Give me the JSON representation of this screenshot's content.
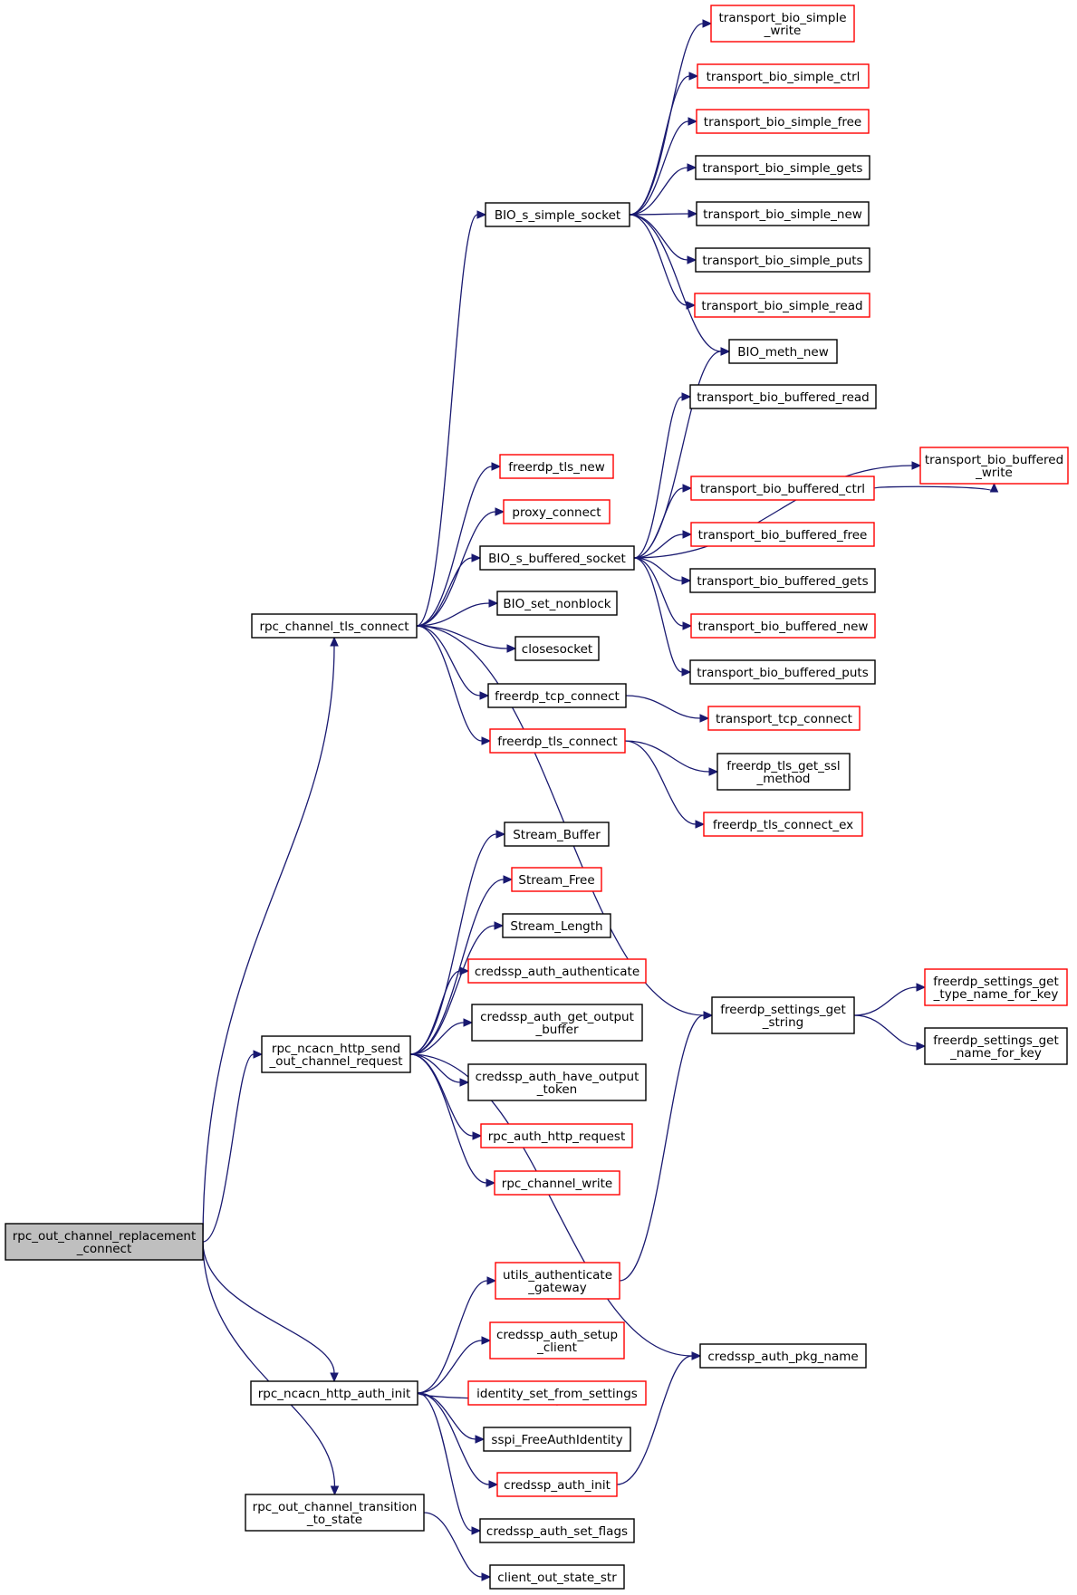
{
  "colors": {
    "node_border": "#000000",
    "node_border_highlight": "#ff0000",
    "root_fill": "#bfbfbf",
    "node_fill": "#ffffff",
    "edge": "#191970"
  },
  "nodes": {
    "rpc_out_channel_replacement_connect": {
      "lines": [
        "rpc_out_channel_replacement",
        "_connect"
      ],
      "style": "root"
    },
    "rpc_channel_tls_connect": {
      "lines": [
        "rpc_channel_tls_connect"
      ],
      "style": "black"
    },
    "rpc_ncacn_http_send_out_channel_request": {
      "lines": [
        "rpc_ncacn_http_send",
        "_out_channel_request"
      ],
      "style": "black"
    },
    "rpc_ncacn_http_auth_init": {
      "lines": [
        "rpc_ncacn_http_auth_init"
      ],
      "style": "black"
    },
    "rpc_out_channel_transition_to_state": {
      "lines": [
        "rpc_out_channel_transition",
        "_to_state"
      ],
      "style": "black"
    },
    "BIO_s_simple_socket": {
      "lines": [
        "BIO_s_simple_socket"
      ],
      "style": "black"
    },
    "freerdp_tls_new": {
      "lines": [
        "freerdp_tls_new"
      ],
      "style": "red"
    },
    "proxy_connect": {
      "lines": [
        "proxy_connect"
      ],
      "style": "red"
    },
    "BIO_s_buffered_socket": {
      "lines": [
        "BIO_s_buffered_socket"
      ],
      "style": "black"
    },
    "BIO_set_nonblock": {
      "lines": [
        "BIO_set_nonblock"
      ],
      "style": "black"
    },
    "closesocket": {
      "lines": [
        "closesocket"
      ],
      "style": "black"
    },
    "freerdp_tcp_connect": {
      "lines": [
        "freerdp_tcp_connect"
      ],
      "style": "black"
    },
    "freerdp_tls_connect": {
      "lines": [
        "freerdp_tls_connect"
      ],
      "style": "red"
    },
    "transport_bio_simple_write": {
      "lines": [
        "transport_bio_simple",
        "_write"
      ],
      "style": "red"
    },
    "transport_bio_simple_ctrl": {
      "lines": [
        "transport_bio_simple_ctrl"
      ],
      "style": "red"
    },
    "transport_bio_simple_free": {
      "lines": [
        "transport_bio_simple_free"
      ],
      "style": "red"
    },
    "transport_bio_simple_gets": {
      "lines": [
        "transport_bio_simple_gets"
      ],
      "style": "black"
    },
    "transport_bio_simple_new": {
      "lines": [
        "transport_bio_simple_new"
      ],
      "style": "black"
    },
    "transport_bio_simple_puts": {
      "lines": [
        "transport_bio_simple_puts"
      ],
      "style": "black"
    },
    "transport_bio_simple_read": {
      "lines": [
        "transport_bio_simple_read"
      ],
      "style": "red"
    },
    "BIO_meth_new": {
      "lines": [
        "BIO_meth_new"
      ],
      "style": "black"
    },
    "transport_bio_buffered_read": {
      "lines": [
        "transport_bio_buffered_read"
      ],
      "style": "black"
    },
    "transport_bio_buffered_ctrl": {
      "lines": [
        "transport_bio_buffered_ctrl"
      ],
      "style": "red"
    },
    "transport_bio_buffered_free": {
      "lines": [
        "transport_bio_buffered_free"
      ],
      "style": "red"
    },
    "transport_bio_buffered_gets": {
      "lines": [
        "transport_bio_buffered_gets"
      ],
      "style": "black"
    },
    "transport_bio_buffered_new": {
      "lines": [
        "transport_bio_buffered_new"
      ],
      "style": "red"
    },
    "transport_bio_buffered_puts": {
      "lines": [
        "transport_bio_buffered_puts"
      ],
      "style": "black"
    },
    "transport_bio_buffered_write": {
      "lines": [
        "transport_bio_buffered",
        "_write"
      ],
      "style": "red"
    },
    "transport_tcp_connect": {
      "lines": [
        "transport_tcp_connect"
      ],
      "style": "red"
    },
    "freerdp_tls_get_ssl_method": {
      "lines": [
        "freerdp_tls_get_ssl",
        "_method"
      ],
      "style": "black"
    },
    "freerdp_tls_connect_ex": {
      "lines": [
        "freerdp_tls_connect_ex"
      ],
      "style": "red"
    },
    "freerdp_settings_get_string": {
      "lines": [
        "freerdp_settings_get",
        "_string"
      ],
      "style": "black"
    },
    "freerdp_settings_get_type_name_for_key": {
      "lines": [
        "freerdp_settings_get",
        "_type_name_for_key"
      ],
      "style": "red"
    },
    "freerdp_settings_get_name_for_key": {
      "lines": [
        "freerdp_settings_get",
        "_name_for_key"
      ],
      "style": "black"
    },
    "Stream_Buffer": {
      "lines": [
        "Stream_Buffer"
      ],
      "style": "black"
    },
    "Stream_Free": {
      "lines": [
        "Stream_Free"
      ],
      "style": "red"
    },
    "Stream_Length": {
      "lines": [
        "Stream_Length"
      ],
      "style": "black"
    },
    "credssp_auth_authenticate": {
      "lines": [
        "credssp_auth_authenticate"
      ],
      "style": "red"
    },
    "credssp_auth_get_output_buffer": {
      "lines": [
        "credssp_auth_get_output",
        "_buffer"
      ],
      "style": "black"
    },
    "credssp_auth_have_output_token": {
      "lines": [
        "credssp_auth_have_output",
        "_token"
      ],
      "style": "black"
    },
    "rpc_auth_http_request": {
      "lines": [
        "rpc_auth_http_request"
      ],
      "style": "red"
    },
    "rpc_channel_write": {
      "lines": [
        "rpc_channel_write"
      ],
      "style": "red"
    },
    "credssp_auth_pkg_name": {
      "lines": [
        "credssp_auth_pkg_name"
      ],
      "style": "black"
    },
    "utils_authenticate_gateway": {
      "lines": [
        "utils_authenticate",
        "_gateway"
      ],
      "style": "red"
    },
    "credssp_auth_setup_client": {
      "lines": [
        "credssp_auth_setup",
        "_client"
      ],
      "style": "red"
    },
    "identity_set_from_settings": {
      "lines": [
        "identity_set_from_settings"
      ],
      "style": "red"
    },
    "sspi_FreeAuthIdentity": {
      "lines": [
        "sspi_FreeAuthIdentity"
      ],
      "style": "black"
    },
    "credssp_auth_init": {
      "lines": [
        "credssp_auth_init"
      ],
      "style": "red"
    },
    "credssp_auth_set_flags": {
      "lines": [
        "credssp_auth_set_flags"
      ],
      "style": "black"
    },
    "client_out_state_str": {
      "lines": [
        "client_out_state_str"
      ],
      "style": "black"
    }
  },
  "edges": [
    [
      "rpc_out_channel_replacement_connect",
      "rpc_channel_tls_connect"
    ],
    [
      "rpc_out_channel_replacement_connect",
      "rpc_ncacn_http_send_out_channel_request"
    ],
    [
      "rpc_out_channel_replacement_connect",
      "rpc_ncacn_http_auth_init"
    ],
    [
      "rpc_out_channel_replacement_connect",
      "rpc_out_channel_transition_to_state"
    ],
    [
      "rpc_channel_tls_connect",
      "BIO_s_simple_socket"
    ],
    [
      "rpc_channel_tls_connect",
      "freerdp_tls_new"
    ],
    [
      "rpc_channel_tls_connect",
      "proxy_connect"
    ],
    [
      "rpc_channel_tls_connect",
      "BIO_s_buffered_socket"
    ],
    [
      "rpc_channel_tls_connect",
      "BIO_set_nonblock"
    ],
    [
      "rpc_channel_tls_connect",
      "closesocket"
    ],
    [
      "rpc_channel_tls_connect",
      "freerdp_tcp_connect"
    ],
    [
      "rpc_channel_tls_connect",
      "freerdp_tls_connect"
    ],
    [
      "rpc_channel_tls_connect",
      "freerdp_settings_get_string"
    ],
    [
      "BIO_s_simple_socket",
      "transport_bio_simple_write"
    ],
    [
      "BIO_s_simple_socket",
      "transport_bio_simple_ctrl"
    ],
    [
      "BIO_s_simple_socket",
      "transport_bio_simple_free"
    ],
    [
      "BIO_s_simple_socket",
      "transport_bio_simple_gets"
    ],
    [
      "BIO_s_simple_socket",
      "transport_bio_simple_new"
    ],
    [
      "BIO_s_simple_socket",
      "transport_bio_simple_puts"
    ],
    [
      "BIO_s_simple_socket",
      "transport_bio_simple_read"
    ],
    [
      "BIO_s_simple_socket",
      "BIO_meth_new"
    ],
    [
      "BIO_s_buffered_socket",
      "BIO_meth_new"
    ],
    [
      "BIO_s_buffered_socket",
      "transport_bio_buffered_read"
    ],
    [
      "BIO_s_buffered_socket",
      "transport_bio_buffered_write"
    ],
    [
      "BIO_s_buffered_socket",
      "transport_bio_buffered_ctrl"
    ],
    [
      "BIO_s_buffered_socket",
      "transport_bio_buffered_free"
    ],
    [
      "BIO_s_buffered_socket",
      "transport_bio_buffered_gets"
    ],
    [
      "BIO_s_buffered_socket",
      "transport_bio_buffered_new"
    ],
    [
      "BIO_s_buffered_socket",
      "transport_bio_buffered_puts"
    ],
    [
      "transport_bio_buffered_ctrl",
      "transport_bio_buffered_write"
    ],
    [
      "freerdp_tcp_connect",
      "transport_tcp_connect"
    ],
    [
      "freerdp_tls_connect",
      "freerdp_tls_get_ssl_method"
    ],
    [
      "freerdp_tls_connect",
      "freerdp_tls_connect_ex"
    ],
    [
      "freerdp_settings_get_string",
      "freerdp_settings_get_type_name_for_key"
    ],
    [
      "freerdp_settings_get_string",
      "freerdp_settings_get_name_for_key"
    ],
    [
      "rpc_ncacn_http_send_out_channel_request",
      "Stream_Buffer"
    ],
    [
      "rpc_ncacn_http_send_out_channel_request",
      "Stream_Free"
    ],
    [
      "rpc_ncacn_http_send_out_channel_request",
      "Stream_Length"
    ],
    [
      "rpc_ncacn_http_send_out_channel_request",
      "credssp_auth_authenticate"
    ],
    [
      "rpc_ncacn_http_send_out_channel_request",
      "credssp_auth_get_output_buffer"
    ],
    [
      "rpc_ncacn_http_send_out_channel_request",
      "credssp_auth_have_output_token"
    ],
    [
      "rpc_ncacn_http_send_out_channel_request",
      "rpc_auth_http_request"
    ],
    [
      "rpc_ncacn_http_send_out_channel_request",
      "rpc_channel_write"
    ],
    [
      "rpc_ncacn_http_send_out_channel_request",
      "credssp_auth_pkg_name"
    ],
    [
      "rpc_ncacn_http_auth_init",
      "utils_authenticate_gateway"
    ],
    [
      "rpc_ncacn_http_auth_init",
      "credssp_auth_setup_client"
    ],
    [
      "rpc_ncacn_http_auth_init",
      "identity_set_from_settings"
    ],
    [
      "rpc_ncacn_http_auth_init",
      "sspi_FreeAuthIdentity"
    ],
    [
      "rpc_ncacn_http_auth_init",
      "credssp_auth_init"
    ],
    [
      "rpc_ncacn_http_auth_init",
      "credssp_auth_set_flags"
    ],
    [
      "utils_authenticate_gateway",
      "freerdp_settings_get_string"
    ],
    [
      "credssp_auth_init",
      "credssp_auth_pkg_name"
    ],
    [
      "rpc_out_channel_transition_to_state",
      "client_out_state_str"
    ]
  ]
}
